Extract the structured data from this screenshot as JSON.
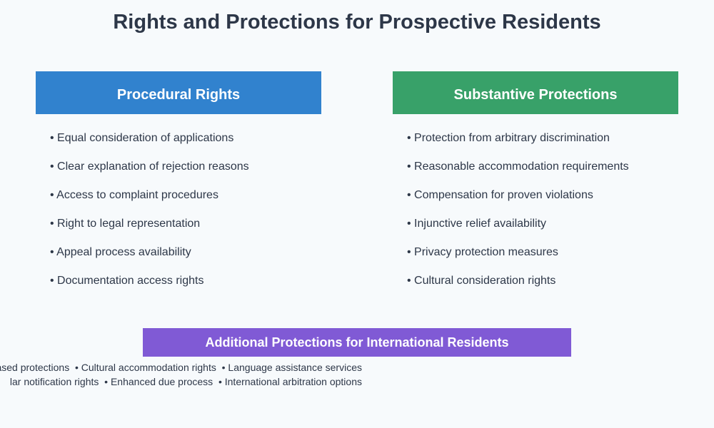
{
  "title": "Rights and Protections for Prospective Residents",
  "procedural": {
    "header": "Procedural Rights",
    "color": "#3182ce",
    "items": [
      "• Equal consideration of applications",
      "• Clear explanation of rejection reasons",
      "• Access to complaint procedures",
      "• Right to legal representation",
      "• Appeal process availability",
      "• Documentation access rights"
    ]
  },
  "substantive": {
    "header": "Substantive Protections",
    "color": "#38a169",
    "items": [
      "• Protection from arbitrary discrimination",
      "• Reasonable accommodation requirements",
      "• Compensation for proven violations",
      "• Injunctive relief availability",
      "• Privacy protection measures",
      "• Cultural consideration rights"
    ]
  },
  "international": {
    "header": "Additional Protections for International Residents",
    "color": "#805ad5",
    "line1": [
      "ased protections",
      "• Cultural accommodation rights",
      "• Language assistance services"
    ],
    "line2": [
      "lar notification rights",
      "• Enhanced due process",
      "• International arbitration options"
    ]
  }
}
